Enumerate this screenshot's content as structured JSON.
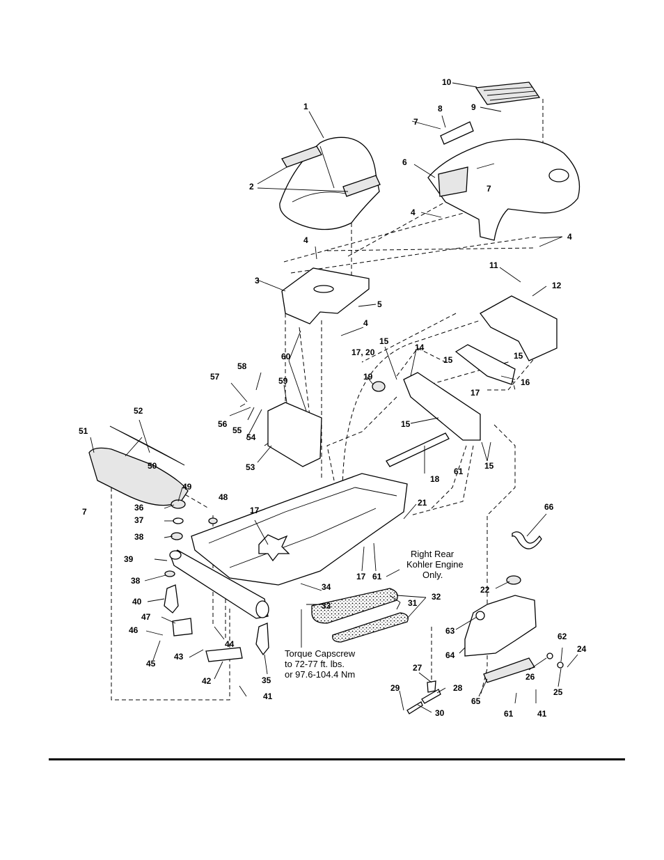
{
  "callouts": [
    "1",
    "2",
    "3",
    "4",
    "4",
    "4",
    "4",
    "5",
    "6",
    "7",
    "7",
    "7",
    "8",
    "9",
    "10",
    "11",
    "12",
    "14",
    "15",
    "15",
    "15",
    "15",
    "15",
    "16",
    "17",
    "17",
    "17",
    "17, 20",
    "18",
    "19",
    "21",
    "22",
    "24",
    "25",
    "26",
    "27",
    "28",
    "29",
    "30",
    "31",
    "32",
    "33",
    "34",
    "35",
    "36",
    "37",
    "38",
    "38",
    "39",
    "40",
    "41",
    "41",
    "42",
    "43",
    "44",
    "45",
    "46",
    "47",
    "48",
    "49",
    "50",
    "51",
    "52",
    "53",
    "54",
    "55",
    "56",
    "57",
    "58",
    "59",
    "60",
    "61",
    "61",
    "61",
    "62",
    "63",
    "64",
    "65",
    "66"
  ],
  "notes": {
    "kohler_line1": "Right Rear",
    "kohler_line2": "Kohler Engine",
    "kohler_line3": "Only.",
    "torque_line1": "Torque Capscrew",
    "torque_line2": "to 72-77 ft. lbs.",
    "torque_line3": "or 97.6-104.4 Nm"
  }
}
